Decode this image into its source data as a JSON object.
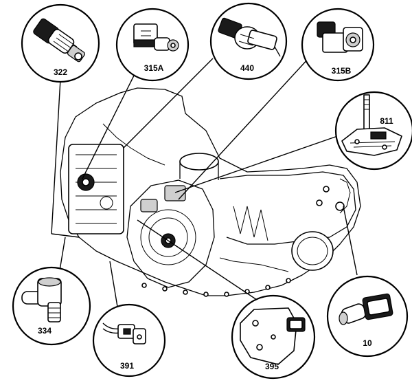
{
  "callouts": [
    {
      "id": "322",
      "label": "322",
      "part": "solenoid-connector"
    },
    {
      "id": "315A",
      "label": "315A",
      "part": "pressure-solenoid"
    },
    {
      "id": "440",
      "label": "440",
      "part": "speed-sensor"
    },
    {
      "id": "315B",
      "label": "315B",
      "part": "pressure-solenoid"
    },
    {
      "id": "811",
      "label": "811",
      "part": "range-switch"
    },
    {
      "id": "10",
      "label": "10",
      "part": "speed-sensor"
    },
    {
      "id": "395",
      "label": "395",
      "part": "sensor-bracket"
    },
    {
      "id": "391",
      "label": "391",
      "part": "pigtail-connector"
    },
    {
      "id": "334",
      "label": "334",
      "part": "solenoid"
    }
  ]
}
